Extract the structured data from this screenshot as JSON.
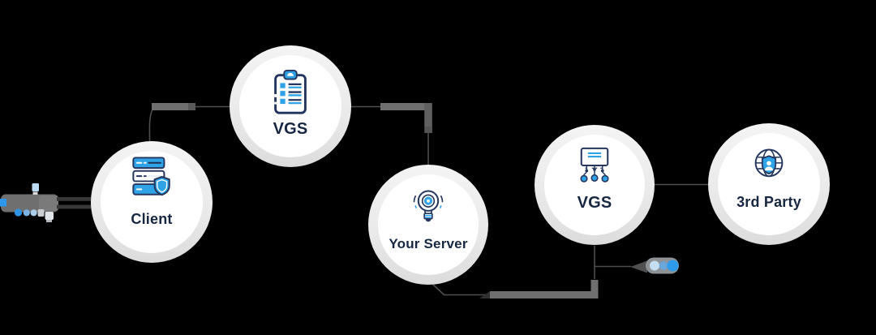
{
  "diagram": {
    "title_semantic": "vgs-data-flow-diagram",
    "colors": {
      "background": "#000000",
      "accent_blue": "#2fa3e6",
      "icon_navy": "#24365e",
      "label_navy": "#182741",
      "connector_thin": "#4e4e4e",
      "connector_thick": "#6f6f6f",
      "token_light_blue": "#c6def2",
      "token_mid_blue": "#6aa6da",
      "token_bright_blue": "#2d9aec"
    },
    "nodes": [
      {
        "id": "client",
        "label": "Client",
        "icon": "server-shield-icon"
      },
      {
        "id": "vgs-inbound",
        "label": "VGS",
        "icon": "clipboard-checklist-icon"
      },
      {
        "id": "your-server",
        "label": "Your Server",
        "icon": "lightbulb-idea-icon"
      },
      {
        "id": "vgs-outbound",
        "label": "VGS",
        "icon": "terminal-network-icon"
      },
      {
        "id": "third-party",
        "label": "3rd Party",
        "icon": "globe-shield-icon"
      }
    ],
    "edges": [
      {
        "from": "client",
        "to": "vgs-inbound"
      },
      {
        "from": "vgs-inbound",
        "to": "your-server"
      },
      {
        "from": "your-server",
        "to": "vgs-outbound"
      },
      {
        "from": "vgs-outbound",
        "to": "third-party"
      }
    ],
    "decorations": {
      "left_payload": "redacted-data-fragments-with-blue-tokens",
      "token_dots": "three-token-dots-light-to-bright-blue"
    }
  }
}
